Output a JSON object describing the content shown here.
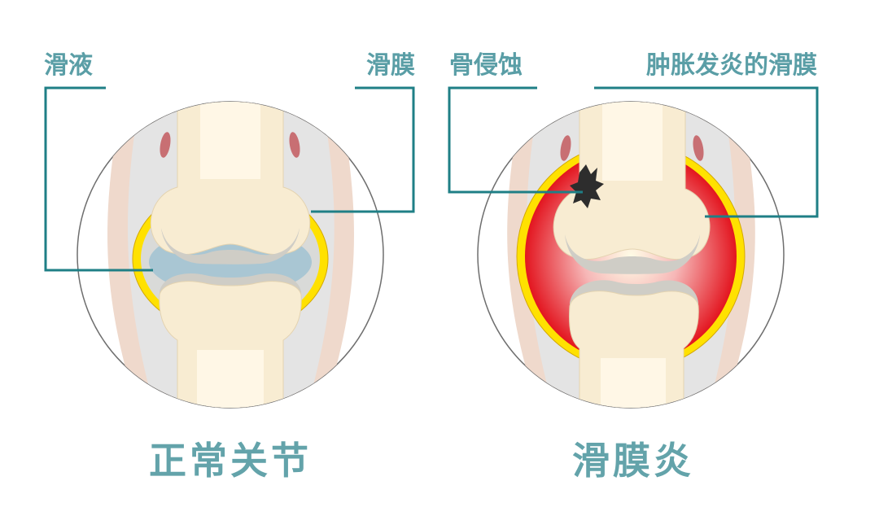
{
  "normal": {
    "callout_left": "滑液",
    "callout_right": "滑膜",
    "caption": "正常关节"
  },
  "inflamed": {
    "callout_left": "骨侵蚀",
    "callout_right": "肿胀发炎的滑膜",
    "caption": "滑膜炎"
  },
  "colors": {
    "callout_text": "#5a9ea6",
    "callout_line": "#1f7f86",
    "caption_text": "#63a3aa",
    "bone": "#f8ecd2",
    "bone_inner": "#fff7e6",
    "cartilage": "#d4d0c7",
    "synovial_fluid": "#a9c6d3",
    "capsule_yellow": "#ffe100",
    "inflamed_red": "#e8232a",
    "soft_tissue": "#eed3c3",
    "erosion": "#2d2d2d"
  }
}
